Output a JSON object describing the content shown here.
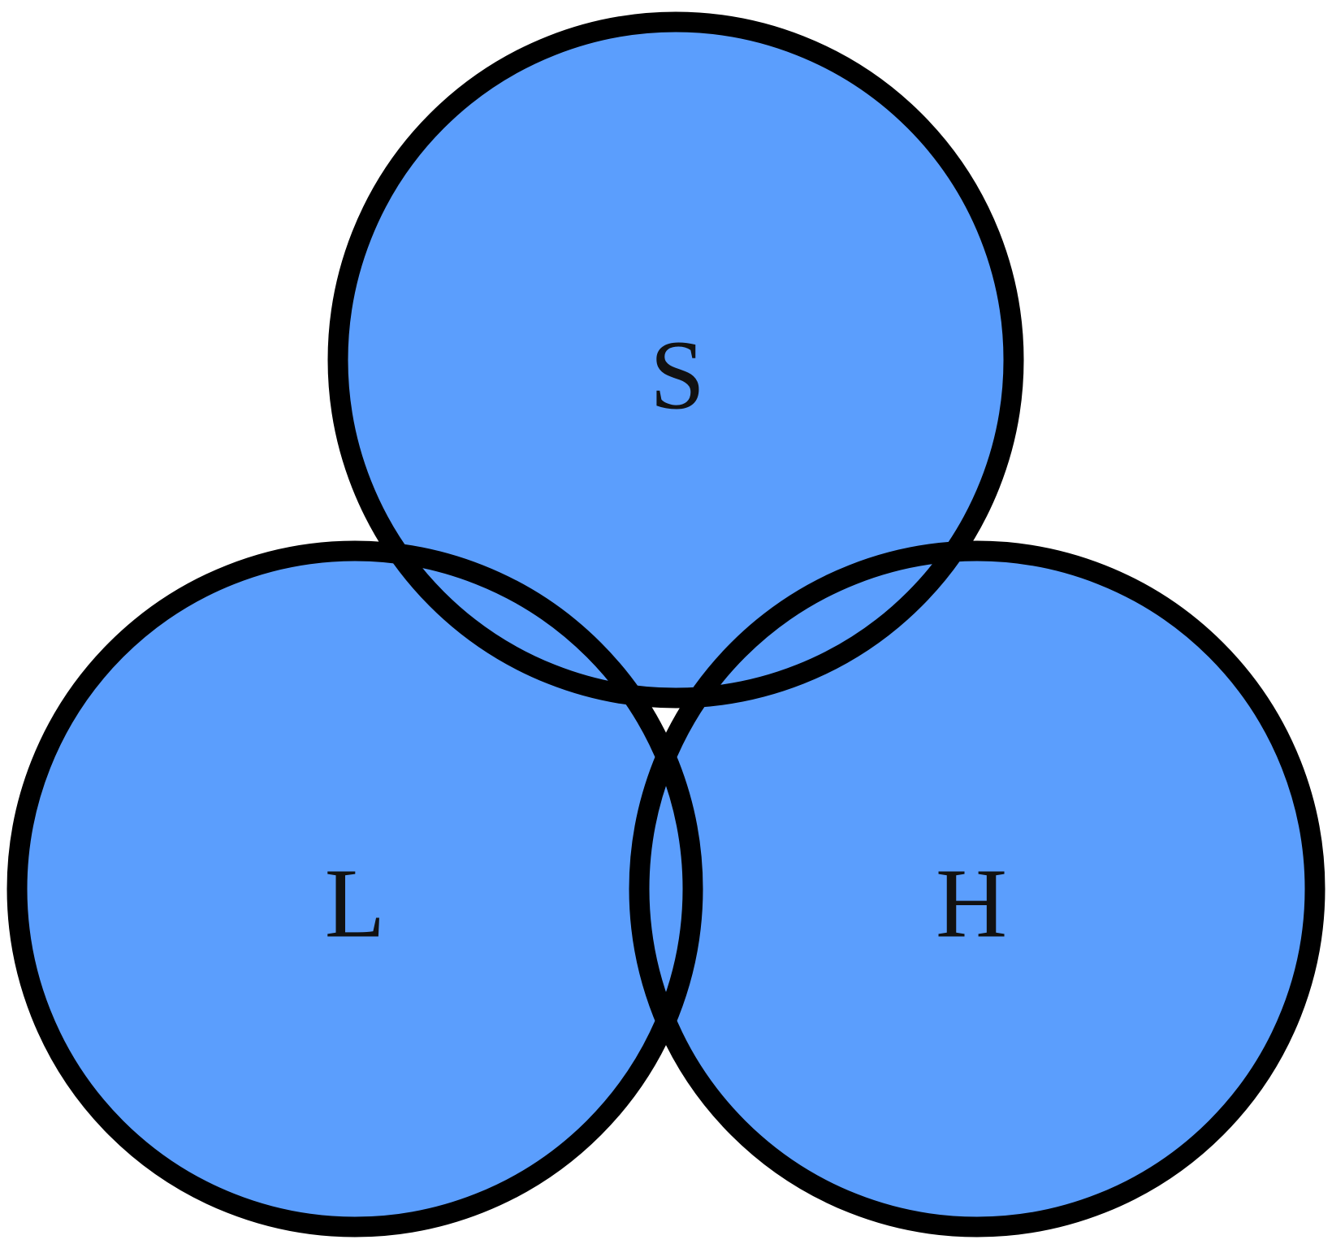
{
  "diagram": {
    "type": "venn",
    "fill_color": "#5b9efd",
    "stroke_color": "#000000",
    "label_color": "#111111",
    "sets": [
      {
        "id": "top",
        "label": "S"
      },
      {
        "id": "left",
        "label": "L"
      },
      {
        "id": "right",
        "label": "H"
      }
    ]
  }
}
